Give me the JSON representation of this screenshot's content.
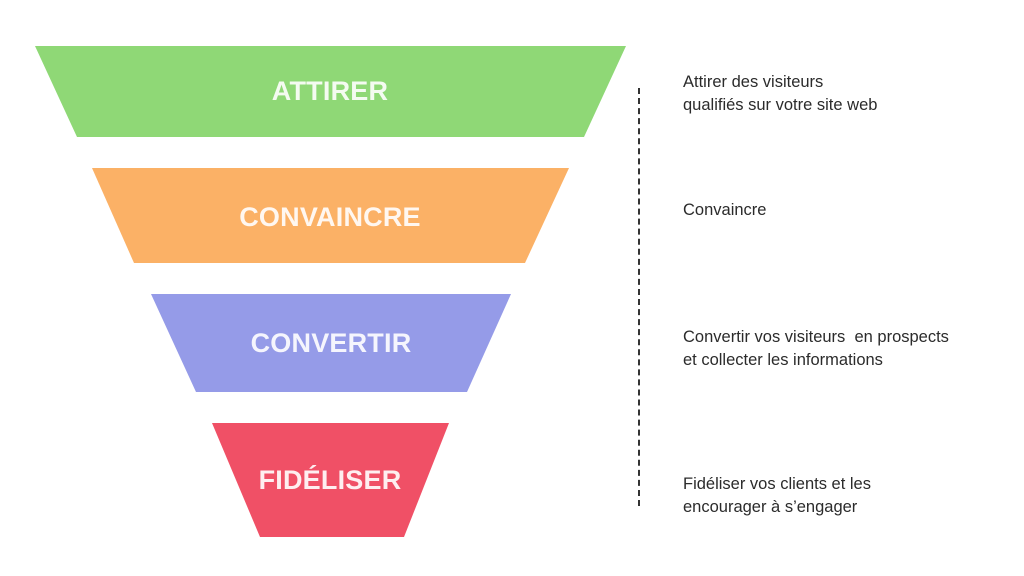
{
  "funnel": {
    "stages": [
      {
        "label": "ATTIRER",
        "color": "#8fd876",
        "description": [
          "Attirer des visiteurs",
          "qualifiés sur votre site web"
        ]
      },
      {
        "label": "CONVAINCRE",
        "color": "#fbb166",
        "description": [
          "Convaincre"
        ]
      },
      {
        "label": "CONVERTIR",
        "color": "#959be8",
        "description": [
          "Convertir vos visiteurs  en prospects",
          "et collecter les informations"
        ]
      },
      {
        "label": "FIDÉLISER",
        "color": "#f05066",
        "description": [
          "Fidéliser vos clients et les",
          "encourager à s’engager"
        ]
      }
    ]
  }
}
